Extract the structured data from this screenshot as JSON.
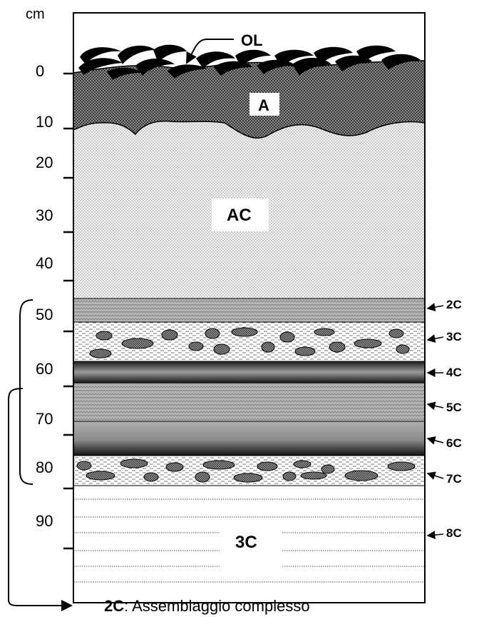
{
  "axis": {
    "unit": "cm",
    "ticks": [
      "0",
      "10",
      "20",
      "30",
      "40",
      "50",
      "60",
      "70",
      "80",
      "90"
    ]
  },
  "horizons": {
    "OL": "OL",
    "A": "A",
    "AC": "AC",
    "bottom": "3C"
  },
  "side_labels": [
    "2C",
    "3C",
    "4C",
    "5C",
    "6C",
    "7C",
    "8C"
  ],
  "caption": {
    "bold": "2C",
    "text": ": Assemblaggio complesso"
  },
  "colors": {
    "A_fill": "#5a5a5a",
    "AC_fill": "#e6e6e6",
    "wavy_fill": "#bdbdbd",
    "stone_fill": "#6e6e6e",
    "outline": "#000000"
  }
}
